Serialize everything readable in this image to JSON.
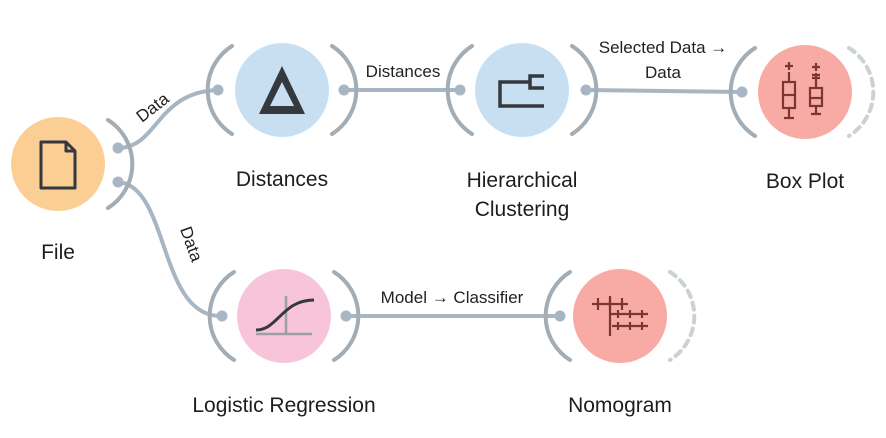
{
  "nodes": {
    "file": {
      "label": "File",
      "icon": "file-icon",
      "color": "#fbcf93"
    },
    "distances": {
      "label": "Distances",
      "icon": "delta-icon",
      "color": "#c7dff0"
    },
    "clustering": {
      "label_line1": "Hierarchical",
      "label_line2": "Clustering",
      "icon": "dendrogram-icon",
      "color": "#c7dff0"
    },
    "boxplot": {
      "label": "Box Plot",
      "icon": "box-plot-icon",
      "color": "#f8aba4"
    },
    "logreg": {
      "label": "Logistic Regression",
      "icon": "sigmoid-icon",
      "color": "#f7c4d9"
    },
    "nomogram": {
      "label": "Nomogram",
      "icon": "nomogram-icon",
      "color": "#f8aba4"
    }
  },
  "links": {
    "file_distances": "Data",
    "file_logreg": "Data",
    "distances_clustering": "Distances",
    "clustering_boxplot_line1": "Selected Data →",
    "clustering_boxplot_line2": "Data",
    "logreg_nomogram": "Model → Classifier"
  },
  "colors": {
    "link": "#a7b6c2",
    "bracket": "#a2adb5",
    "icon_stroke": "#33393f"
  }
}
